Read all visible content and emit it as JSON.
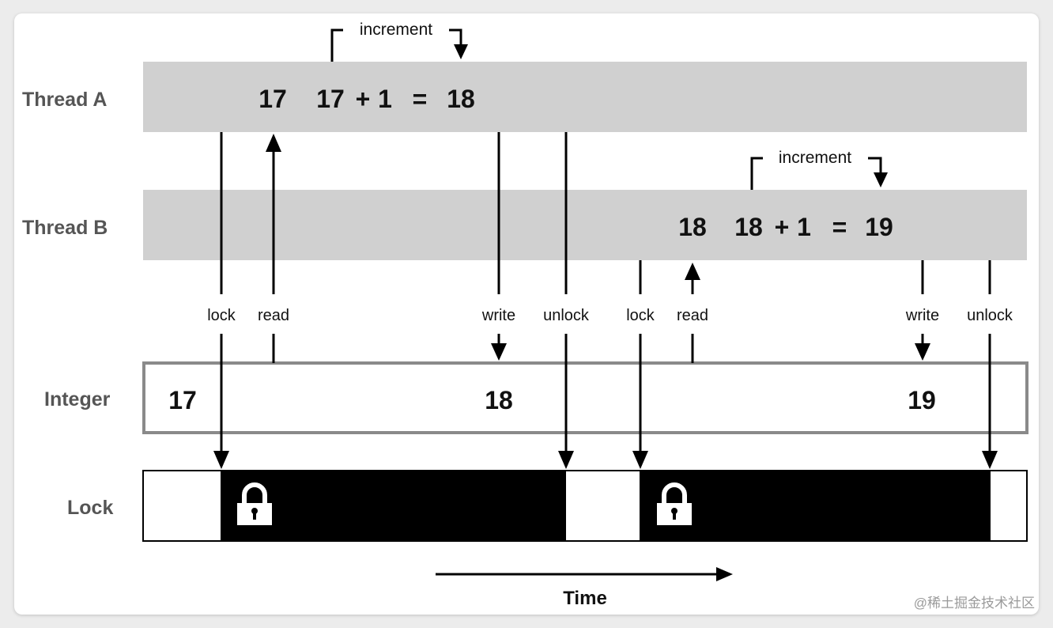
{
  "rows": {
    "thread_a": "Thread A",
    "thread_b": "Thread B",
    "integer": "Integer",
    "lock": "Lock"
  },
  "thread_a": {
    "read_value": "17",
    "expr_left": "17",
    "expr_plus": "+",
    "expr_one": "1",
    "expr_eq": "=",
    "result": "18",
    "annotation": "increment"
  },
  "thread_b": {
    "read_value": "18",
    "expr_left": "18",
    "expr_plus": "+",
    "expr_one": "1",
    "expr_eq": "=",
    "result": "19",
    "annotation": "increment"
  },
  "integer_values": [
    "17",
    "18",
    "19"
  ],
  "operations": [
    "lock",
    "read",
    "write",
    "unlock",
    "lock",
    "read",
    "write",
    "unlock"
  ],
  "axis_label": "Time",
  "watermark": "@稀土掘金技术社区",
  "icons": [
    "padlock-icon",
    "padlock-icon"
  ],
  "colors": {
    "thread_band": "#d0d0d0",
    "integer_border": "#8a8a8a",
    "lock_held": "#000000",
    "label_text": "#555555"
  }
}
